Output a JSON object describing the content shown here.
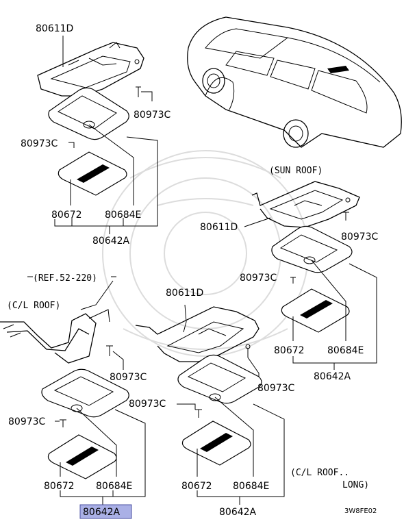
{
  "labels": {
    "top_rail": "80611D",
    "top_bolt_right": "80973C",
    "top_bolt_left": "80973C",
    "top_lens": "80672",
    "top_bulb": "80684E",
    "top_assy": "80642A",
    "sun_roof": "(SUN ROOF)",
    "right_rail": "80611D",
    "right_bolt_right": "80973C",
    "right_bolt_left": "80973C",
    "right_lens": "80672",
    "right_bulb": "80684E",
    "right_assy": "80642A",
    "ref": "(REF.52-220)",
    "cl_roof": "(C/L ROOF)",
    "left_bolt_right": "80973C",
    "left_bolt_left": "80973C",
    "left_lens": "80672",
    "left_bulb": "80684E",
    "left_assy": "80642A",
    "mid_rail": "80611D",
    "mid_bolt_right": "80973C",
    "mid_bolt_left": "80973C",
    "mid_lens": "80672",
    "mid_bulb": "80684E",
    "mid_assy": "80642A",
    "cl_roof_long_1": "(C/L ROOF..",
    "cl_roof_long_2": "LONG)",
    "figure_code": "3W8FE02"
  },
  "colors": {
    "highlight_fill": "#aab0e6",
    "highlight_stroke": "#4a4fa0",
    "line": "#000000",
    "watermark": "#dcdcdc"
  }
}
